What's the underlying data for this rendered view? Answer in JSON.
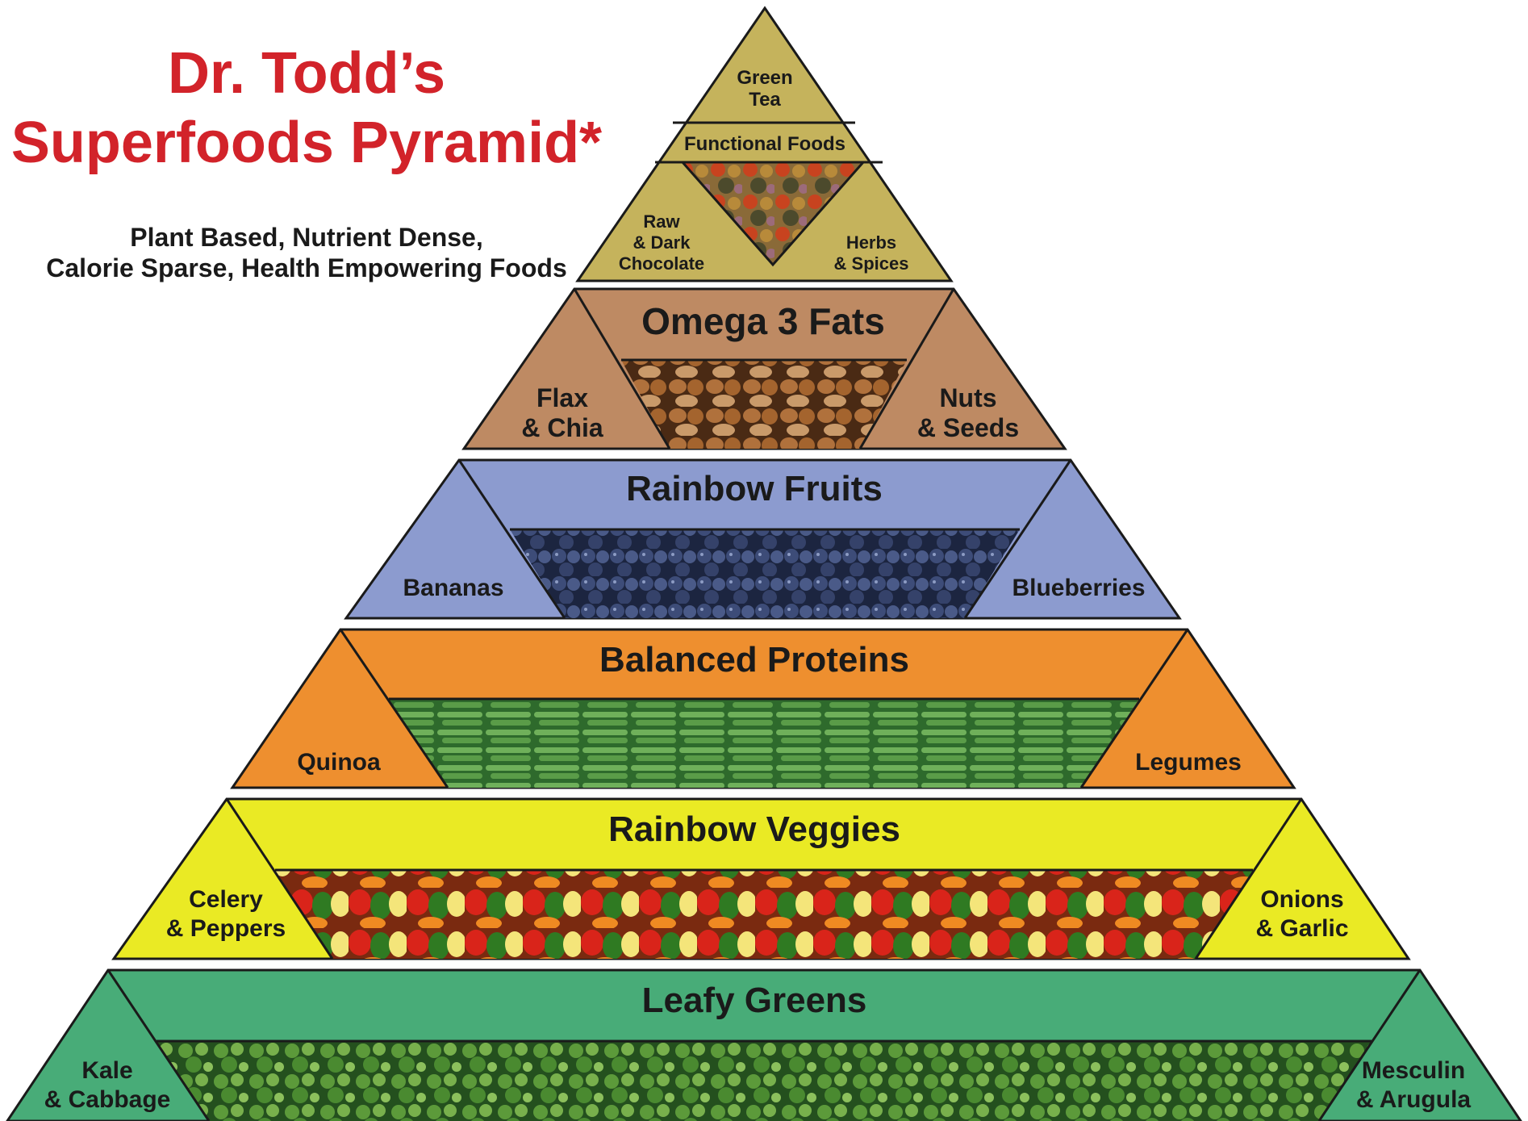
{
  "title": {
    "line1": "Dr. Todd’s",
    "line2": "Superfoods Pyramid*"
  },
  "subtitle": {
    "line1": "Plant Based, Nutrient Dense,",
    "line2": "Calorie Sparse, Health Empowering Foods"
  },
  "colors": {
    "title": "#d2232a",
    "tier_functional": "#c5b35c",
    "tier_omega": "#be8a63",
    "tier_fruits": "#8c9bcf",
    "tier_proteins": "#ee8f2f",
    "tier_veggies": "#eaea24",
    "tier_greens": "#48ac78"
  },
  "tiers": [
    {
      "id": "functional",
      "heading": "Functional Foods",
      "top": "Green Tea",
      "left": "Raw & Dark Chocolate",
      "right": "Herbs & Spices"
    },
    {
      "id": "omega",
      "heading": "Omega 3 Fats",
      "left": "Flax & Chia",
      "right": "Nuts & Seeds"
    },
    {
      "id": "fruits",
      "heading": "Rainbow Fruits",
      "left": "Bananas",
      "right": "Blueberries"
    },
    {
      "id": "proteins",
      "heading": "Balanced Proteins",
      "left": "Quinoa",
      "right": "Legumes"
    },
    {
      "id": "veggies",
      "heading": "Rainbow Veggies",
      "left": "Celery & Peppers",
      "right": "Onions & Garlic"
    },
    {
      "id": "greens",
      "heading": "Leafy Greens",
      "left": "Kale & Cabbage",
      "right": "Mesculin & Arugula"
    }
  ]
}
